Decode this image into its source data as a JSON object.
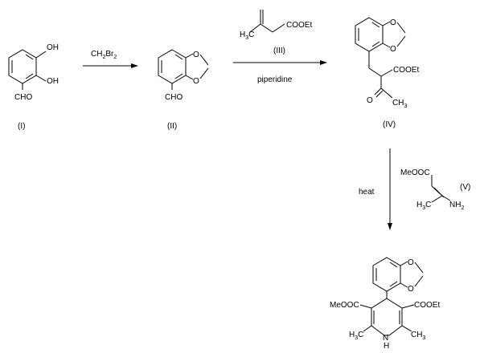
{
  "reagents": {
    "step1": {
      "main": "CH",
      "sub": "2",
      "main2": "Br",
      "sub2": "2"
    },
    "step2_cond": "piperidine",
    "step3_cond": "heat"
  },
  "compounds": {
    "c1": {
      "label": "(I)",
      "oh_top": "OH",
      "oh_mid": "OH",
      "cho": "CHO"
    },
    "c2": {
      "label": "(II)",
      "o_top": "O",
      "o_bot": "O",
      "cho": "CHO"
    },
    "c3": {
      "label": "(III)",
      "ch3": "H",
      "ch3_c": "C",
      "ch3_sub": "3",
      "ester": "COOEt"
    },
    "c4": {
      "label": "(IV)",
      "o_top": "O",
      "o_bot": "O",
      "ester": "COOEt",
      "keto_o": "O",
      "ch": "CH",
      "ch_sub": "3"
    },
    "c5": {
      "label": "(V)",
      "ester": "MeOOC",
      "h3c": "H",
      "h3c_sub": "3",
      "h3c_c": "C",
      "nh": "NH",
      "nh_sub": "2"
    },
    "product": {
      "o_top": "O",
      "o_bot": "O",
      "ester_left": "MeOOC",
      "ester_right": "COOEt",
      "h3c": "H",
      "h3c_sub": "3",
      "h3c_c": "C",
      "ch": "CH",
      "ch_sub": "3",
      "n": "N",
      "h": "H"
    }
  }
}
